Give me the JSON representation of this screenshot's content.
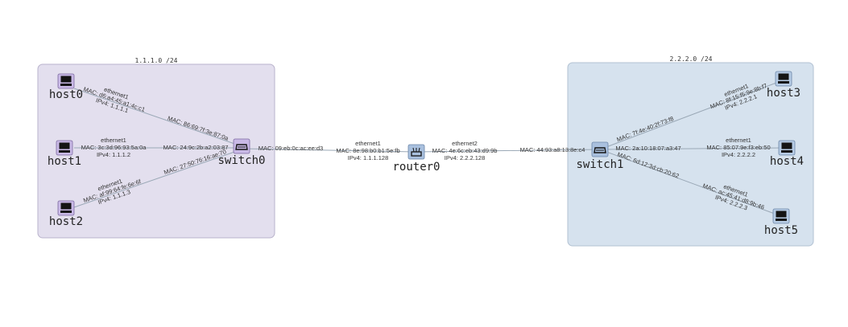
{
  "subnets": {
    "left": {
      "label": "1.1.1.0 /24",
      "fill": "#e3dfee",
      "stroke": "#b9b3cc"
    },
    "right": {
      "label": "2.2.2.0 /24",
      "fill": "#d6e2ee",
      "stroke": "#b3c2d3"
    }
  },
  "nodes": {
    "host0": {
      "label": "host0",
      "icon": "computer-icon"
    },
    "host1": {
      "label": "host1",
      "icon": "computer-icon"
    },
    "host2": {
      "label": "host2",
      "icon": "computer-icon"
    },
    "switch0": {
      "label": "switch0",
      "icon": "switch-icon"
    },
    "router0": {
      "label": "router0",
      "icon": "router-icon"
    },
    "switch1": {
      "label": "switch1",
      "icon": "switch-icon"
    },
    "host3": {
      "label": "host3",
      "icon": "computer-icon"
    },
    "host4": {
      "label": "host4",
      "icon": "computer-icon"
    },
    "host5": {
      "label": "host5",
      "icon": "computer-icon"
    }
  },
  "links": {
    "host0_switch0": {
      "a_iface": "ethernet1",
      "a_mac": "MAC: d6:a4:45:a1:4c:c1",
      "a_ipv4": "IPv4: 1.1.1.1",
      "b_mac": "MAC: 86:69:7f:3e:87:0a"
    },
    "host1_switch0": {
      "a_iface": "ethernet1",
      "a_mac": "MAC: 3c:3d:96:93:5a:0a",
      "a_ipv4": "IPv4: 1.1.1.2",
      "b_mac": "MAC: 24:9c:2b:a2:03:87"
    },
    "host2_switch0": {
      "a_iface": "ethernet1",
      "a_mac": "MAC: af:99:64:fe:6e:6f",
      "a_ipv4": "IPv4: 1.1.1.3",
      "b_mac": "MAC: 27:50:76:16:ae:70"
    },
    "switch0_router0": {
      "a_mac": "MAC: 09:eb:0c:ac:ee:d3",
      "b_iface": "ethernet1",
      "b_mac": "MAC: 8e:98:b0:b1:5e:fb",
      "b_ipv4": "IPv4: 1.1.1.128"
    },
    "router0_switch1": {
      "a_iface": "ethernet2",
      "a_mac": "MAC: 4e:6c:eb:43:d9:9b",
      "a_ipv4": "IPv4: 2.2.2.128",
      "b_mac": "MAC: 44:93:a8:13:8e:c4"
    },
    "switch1_host3": {
      "a_mac": "MAC: 7f:4e:40:2f:73:f8",
      "b_iface": "ethernet1",
      "b_mac": "MAC: 8f:15:f5:9e:8b:f7",
      "b_ipv4": "IPv4: 2.2.2.1"
    },
    "switch1_host4": {
      "a_mac": "MAC: 2a:10:18:07:a3:47",
      "b_iface": "ethernet1",
      "b_mac": "MAC: 85:07:9e:f3:eb:50",
      "b_ipv4": "IPv4: 2.2.2.2"
    },
    "switch1_host5": {
      "a_mac": "MAC: 6d:12:3d:cb:20:62",
      "b_iface": "ethernet1",
      "b_mac": "MAC: ac:45:41:d8:9b:46",
      "b_ipv4": "IPv4: 2.2.2.3"
    }
  }
}
